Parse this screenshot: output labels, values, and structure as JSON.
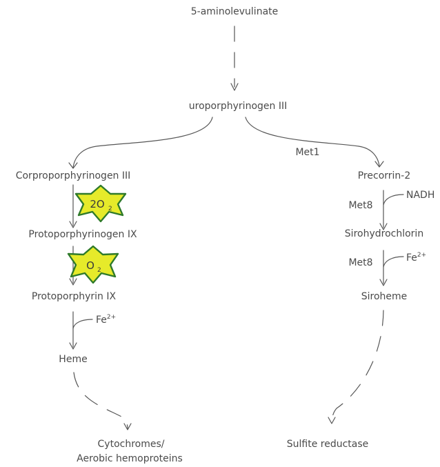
{
  "nodes": {
    "aminolevulinate": "5-aminolevulinate",
    "uroporphyrinogen": "uroporphyrinogen III",
    "coproporphyrinogen": "Corproporphyrinogen III",
    "protoporphyrinogen": "Protoporphyrinogen IX",
    "protoporphyrin": "Protoporphyrin IX",
    "heme": "Heme",
    "cytochromes_line1": "Cytochromes/",
    "cytochromes_line2": "Aerobic hemoproteins",
    "precorrin": "Precorrin-2",
    "sirohydrochlorin": "Sirohydrochlorin",
    "siroheme": "Siroheme",
    "sulfite_reductase": "Sulfite reductase"
  },
  "enzymes": {
    "met1": "Met1",
    "met8_a": "Met8",
    "met8_b": "Met8"
  },
  "cofactors": {
    "nadh": "NADH",
    "fe_left_base": "Fe",
    "fe_left_sup": "2+",
    "fe_right_base": "Fe",
    "fe_right_sup": "2+"
  },
  "oxygen": {
    "star1_coeff": "2O",
    "star1_sub": "2",
    "star2_base": "O",
    "star2_sub": "2"
  },
  "colors": {
    "star_fill": "#e6ea2a",
    "star_outline": "#2f7a2a",
    "line": "#555555",
    "text": "#4a4a4a"
  }
}
